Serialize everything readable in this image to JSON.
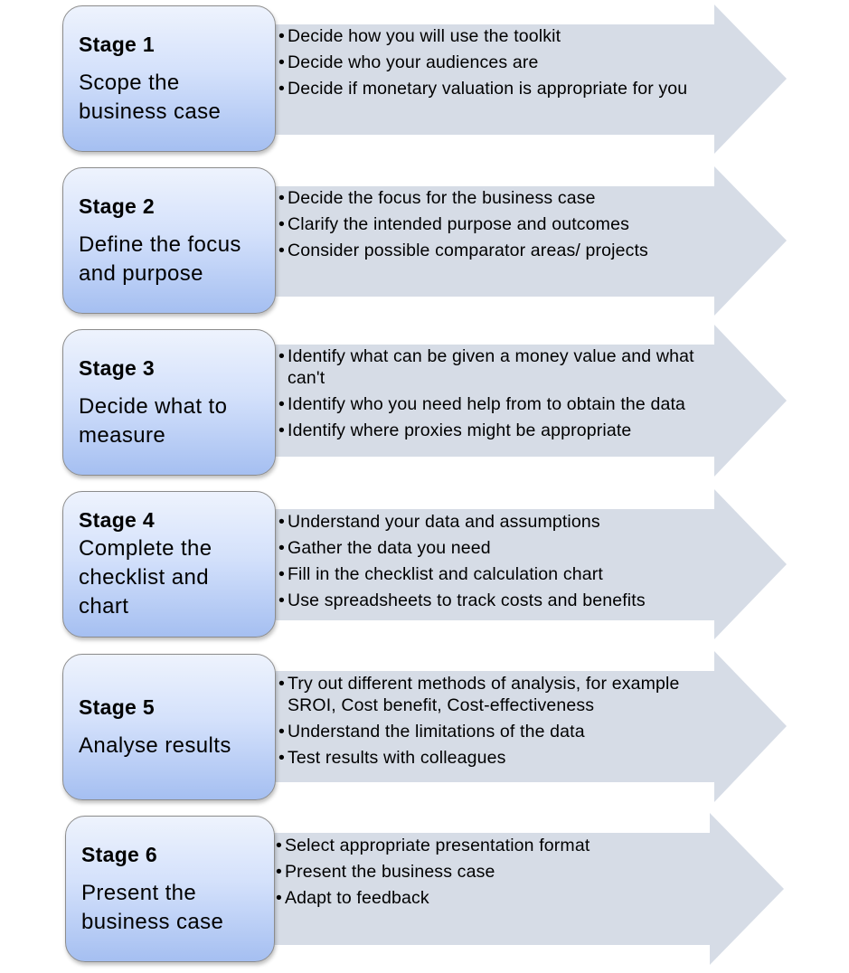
{
  "stages": [
    {
      "label": "Stage 1",
      "title": "Scope the business case",
      "bullets": [
        "Decide how you will use the toolkit",
        "Decide who your audiences are",
        "Decide if monetary valuation is appropriate for you"
      ]
    },
    {
      "label": "Stage 2",
      "title": "Define the focus and purpose",
      "bullets": [
        "Decide the focus for the business case",
        "Clarify the intended purpose and outcomes",
        "Consider possible comparator areas/ projects"
      ]
    },
    {
      "label": "Stage 3",
      "title": "Decide what to measure",
      "bullets": [
        "Identify what can be given a money value and what can't",
        "Identify who you need help  from to obtain the data",
        "Identify where proxies might be appropriate"
      ]
    },
    {
      "label": "Stage 4",
      "title": "Complete the checklist  and chart",
      "bullets": [
        "Understand your data and assumptions",
        "Gather the data you need",
        "Fill in the checklist and calculation chart",
        "Use spreadsheets to track costs and benefits"
      ]
    },
    {
      "label": "Stage 5",
      "title": "Analyse results",
      "bullets": [
        "Try out different methods of analysis, for example SROI, Cost benefit, Cost-effectiveness",
        "Understand the limitations of the data",
        "Test results with colleagues"
      ]
    },
    {
      "label": "Stage 6",
      "title": "Present the business case",
      "bullets": [
        "Select appropriate presentation format",
        "Present  the business case",
        "Adapt to feedback"
      ]
    }
  ],
  "colors": {
    "arrow_fill": "#d6dce6",
    "box_top": "#eef3fd",
    "box_bottom": "#a5bff1",
    "box_border": "#8c8c8c"
  }
}
